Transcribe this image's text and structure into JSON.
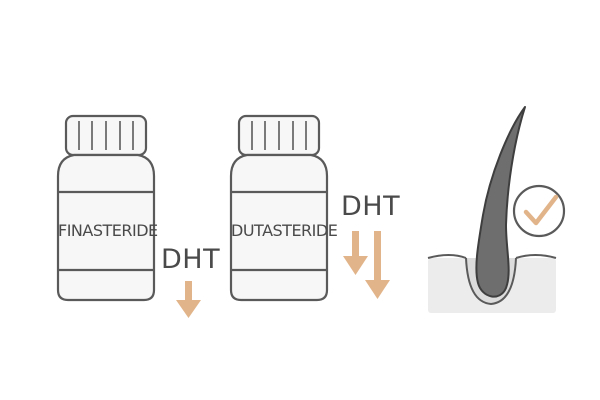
{
  "drugs": [
    {
      "name": "FINASTERIDE",
      "hormone": "DHT",
      "effect": "decrease"
    },
    {
      "name": "DUTASTERIDE",
      "hormone": "DHT",
      "effect": "stronger decrease"
    }
  ],
  "result_icon": "checkmark-icon",
  "colors": {
    "outline": "#5a5a5a",
    "bottle_fill": "#f7f7f7",
    "accent_arrow": "#e2b489",
    "hair": "#6e6e6e",
    "skin": "#ececec"
  }
}
